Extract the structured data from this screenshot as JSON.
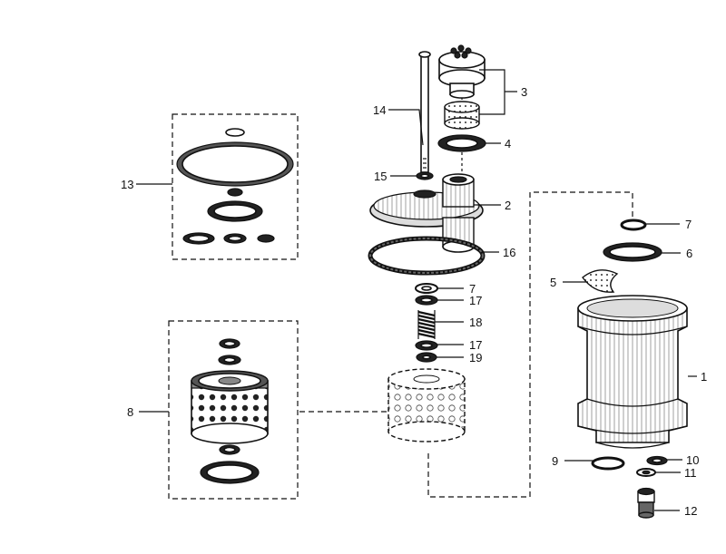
{
  "callouts": {
    "c1": "1",
    "c2": "2",
    "c3": "3",
    "c4": "4",
    "c5": "5",
    "c6": "6",
    "c7a": "7",
    "c7b": "7",
    "c8": "8",
    "c9": "9",
    "c10": "10",
    "c11": "11",
    "c12": "12",
    "c13": "13",
    "c14": "14",
    "c15": "15",
    "c16": "16",
    "c17a": "17",
    "c17b": "17",
    "c18": "18",
    "c19": "19"
  }
}
